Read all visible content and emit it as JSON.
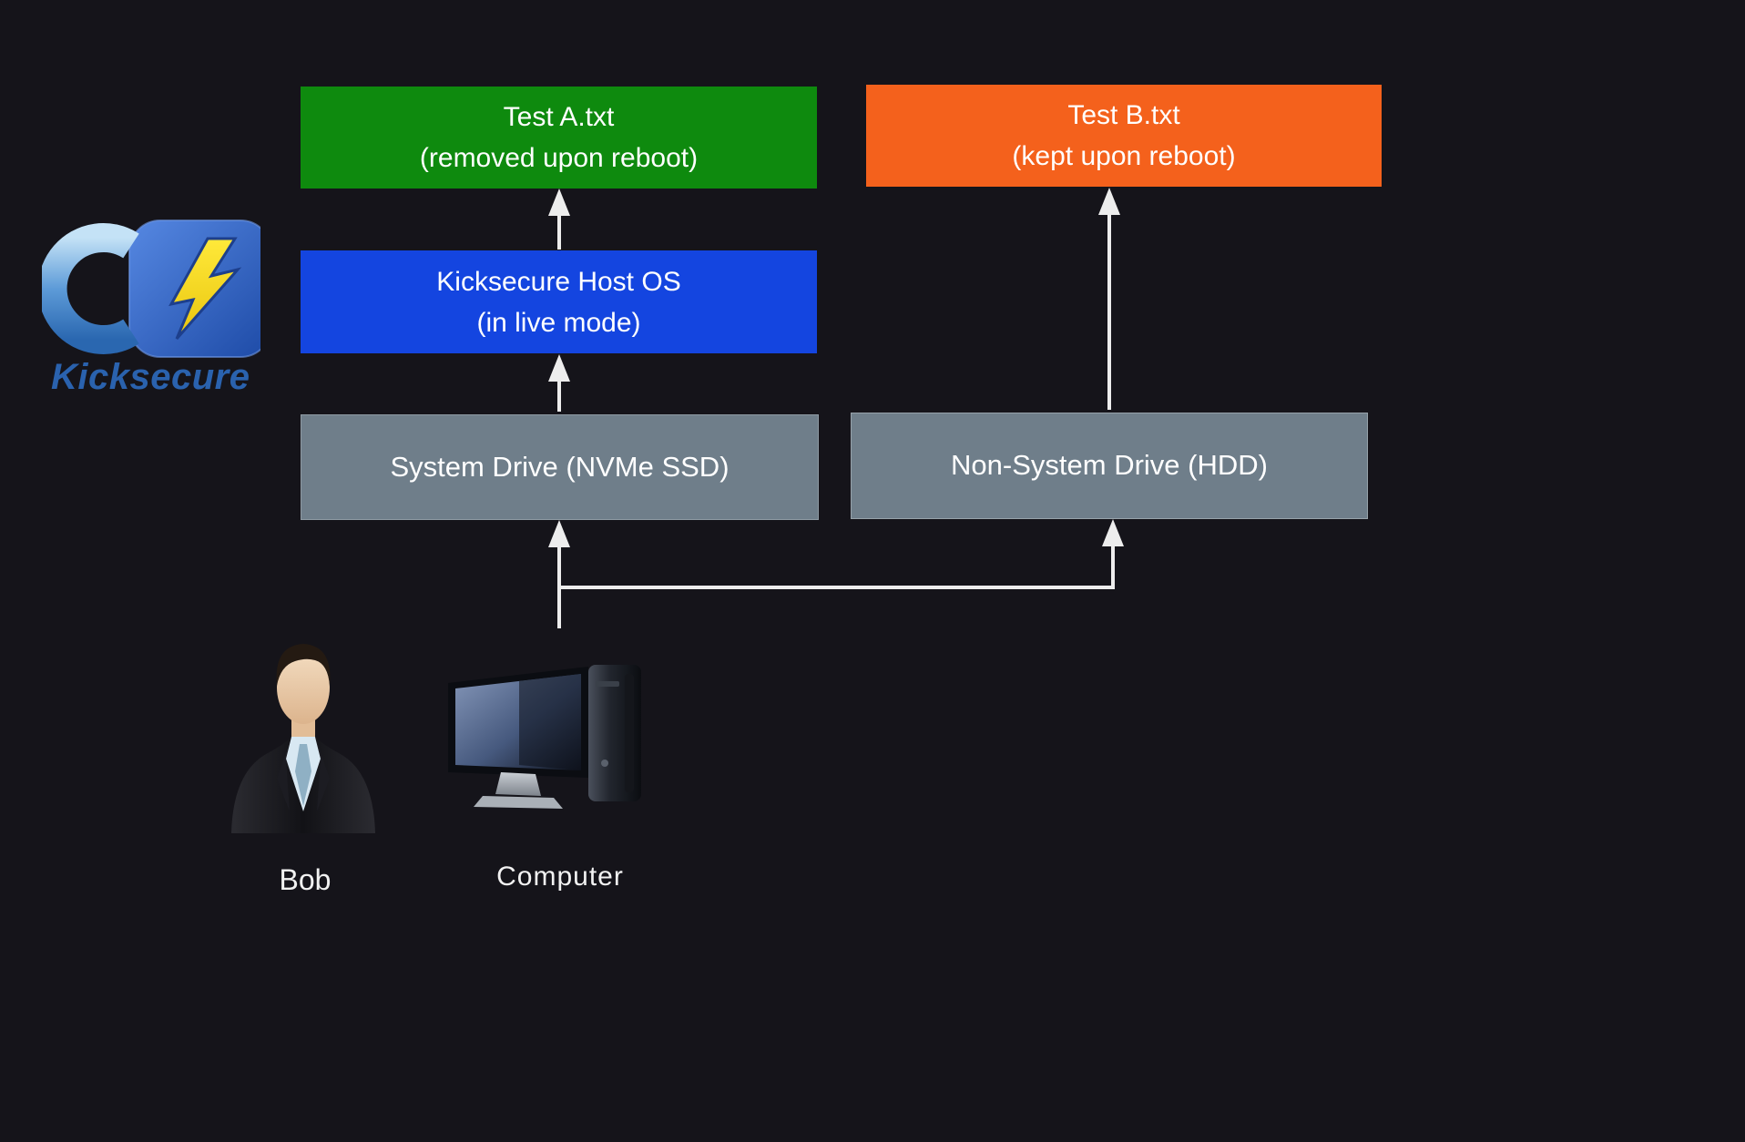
{
  "title": "Kicksecure live mode diagram",
  "colors": {
    "background": "#15141a",
    "test_a_green": "#0e8a0e",
    "test_b_orange": "#f4611c",
    "host_os_blue": "#1445e0",
    "drive_gray": "#6f7e8a",
    "arrow_white": "#ededed",
    "brand_blue": "#2a62ae",
    "bolt_yellow": "#f2d41a"
  },
  "logo": {
    "brand": "Kicksecure"
  },
  "boxes": {
    "test_a": {
      "line1": "Test A.txt",
      "line2": "(removed upon reboot)"
    },
    "test_b": {
      "line1": "Test B.txt",
      "line2": "(kept upon reboot)"
    },
    "host_os": {
      "line1": "Kicksecure Host OS",
      "line2": "(in live mode)"
    },
    "system_drive": {
      "label": "System Drive (NVMe SSD)"
    },
    "non_system_drive": {
      "label": "Non-System Drive (HDD)"
    }
  },
  "labels": {
    "person": "Bob",
    "computer": "Computer"
  }
}
